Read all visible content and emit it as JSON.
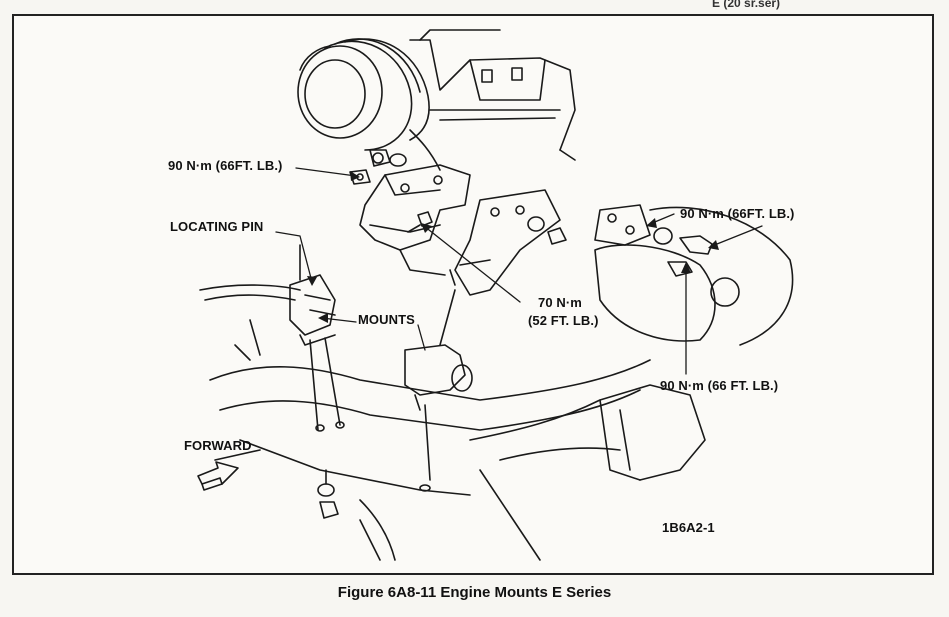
{
  "labels": {
    "torque_top_left": "90 N·m (66FT. LB.)",
    "locating_pin": "LOCATING PIN",
    "mounts": "MOUNTS",
    "torque_center": "70 N·m",
    "torque_center_ftlb": "(52 FT. LB.)",
    "torque_right_upper": "90 N·m (66FT. LB.)",
    "torque_right_lower": "90 N·m (66 FT. LB.)",
    "forward": "FORWARD",
    "figure_code": "1B6A2-1"
  },
  "caption": "Figure 6A8-11 Engine Mounts E Series",
  "top_fragment": "E (20 sr.ser)"
}
